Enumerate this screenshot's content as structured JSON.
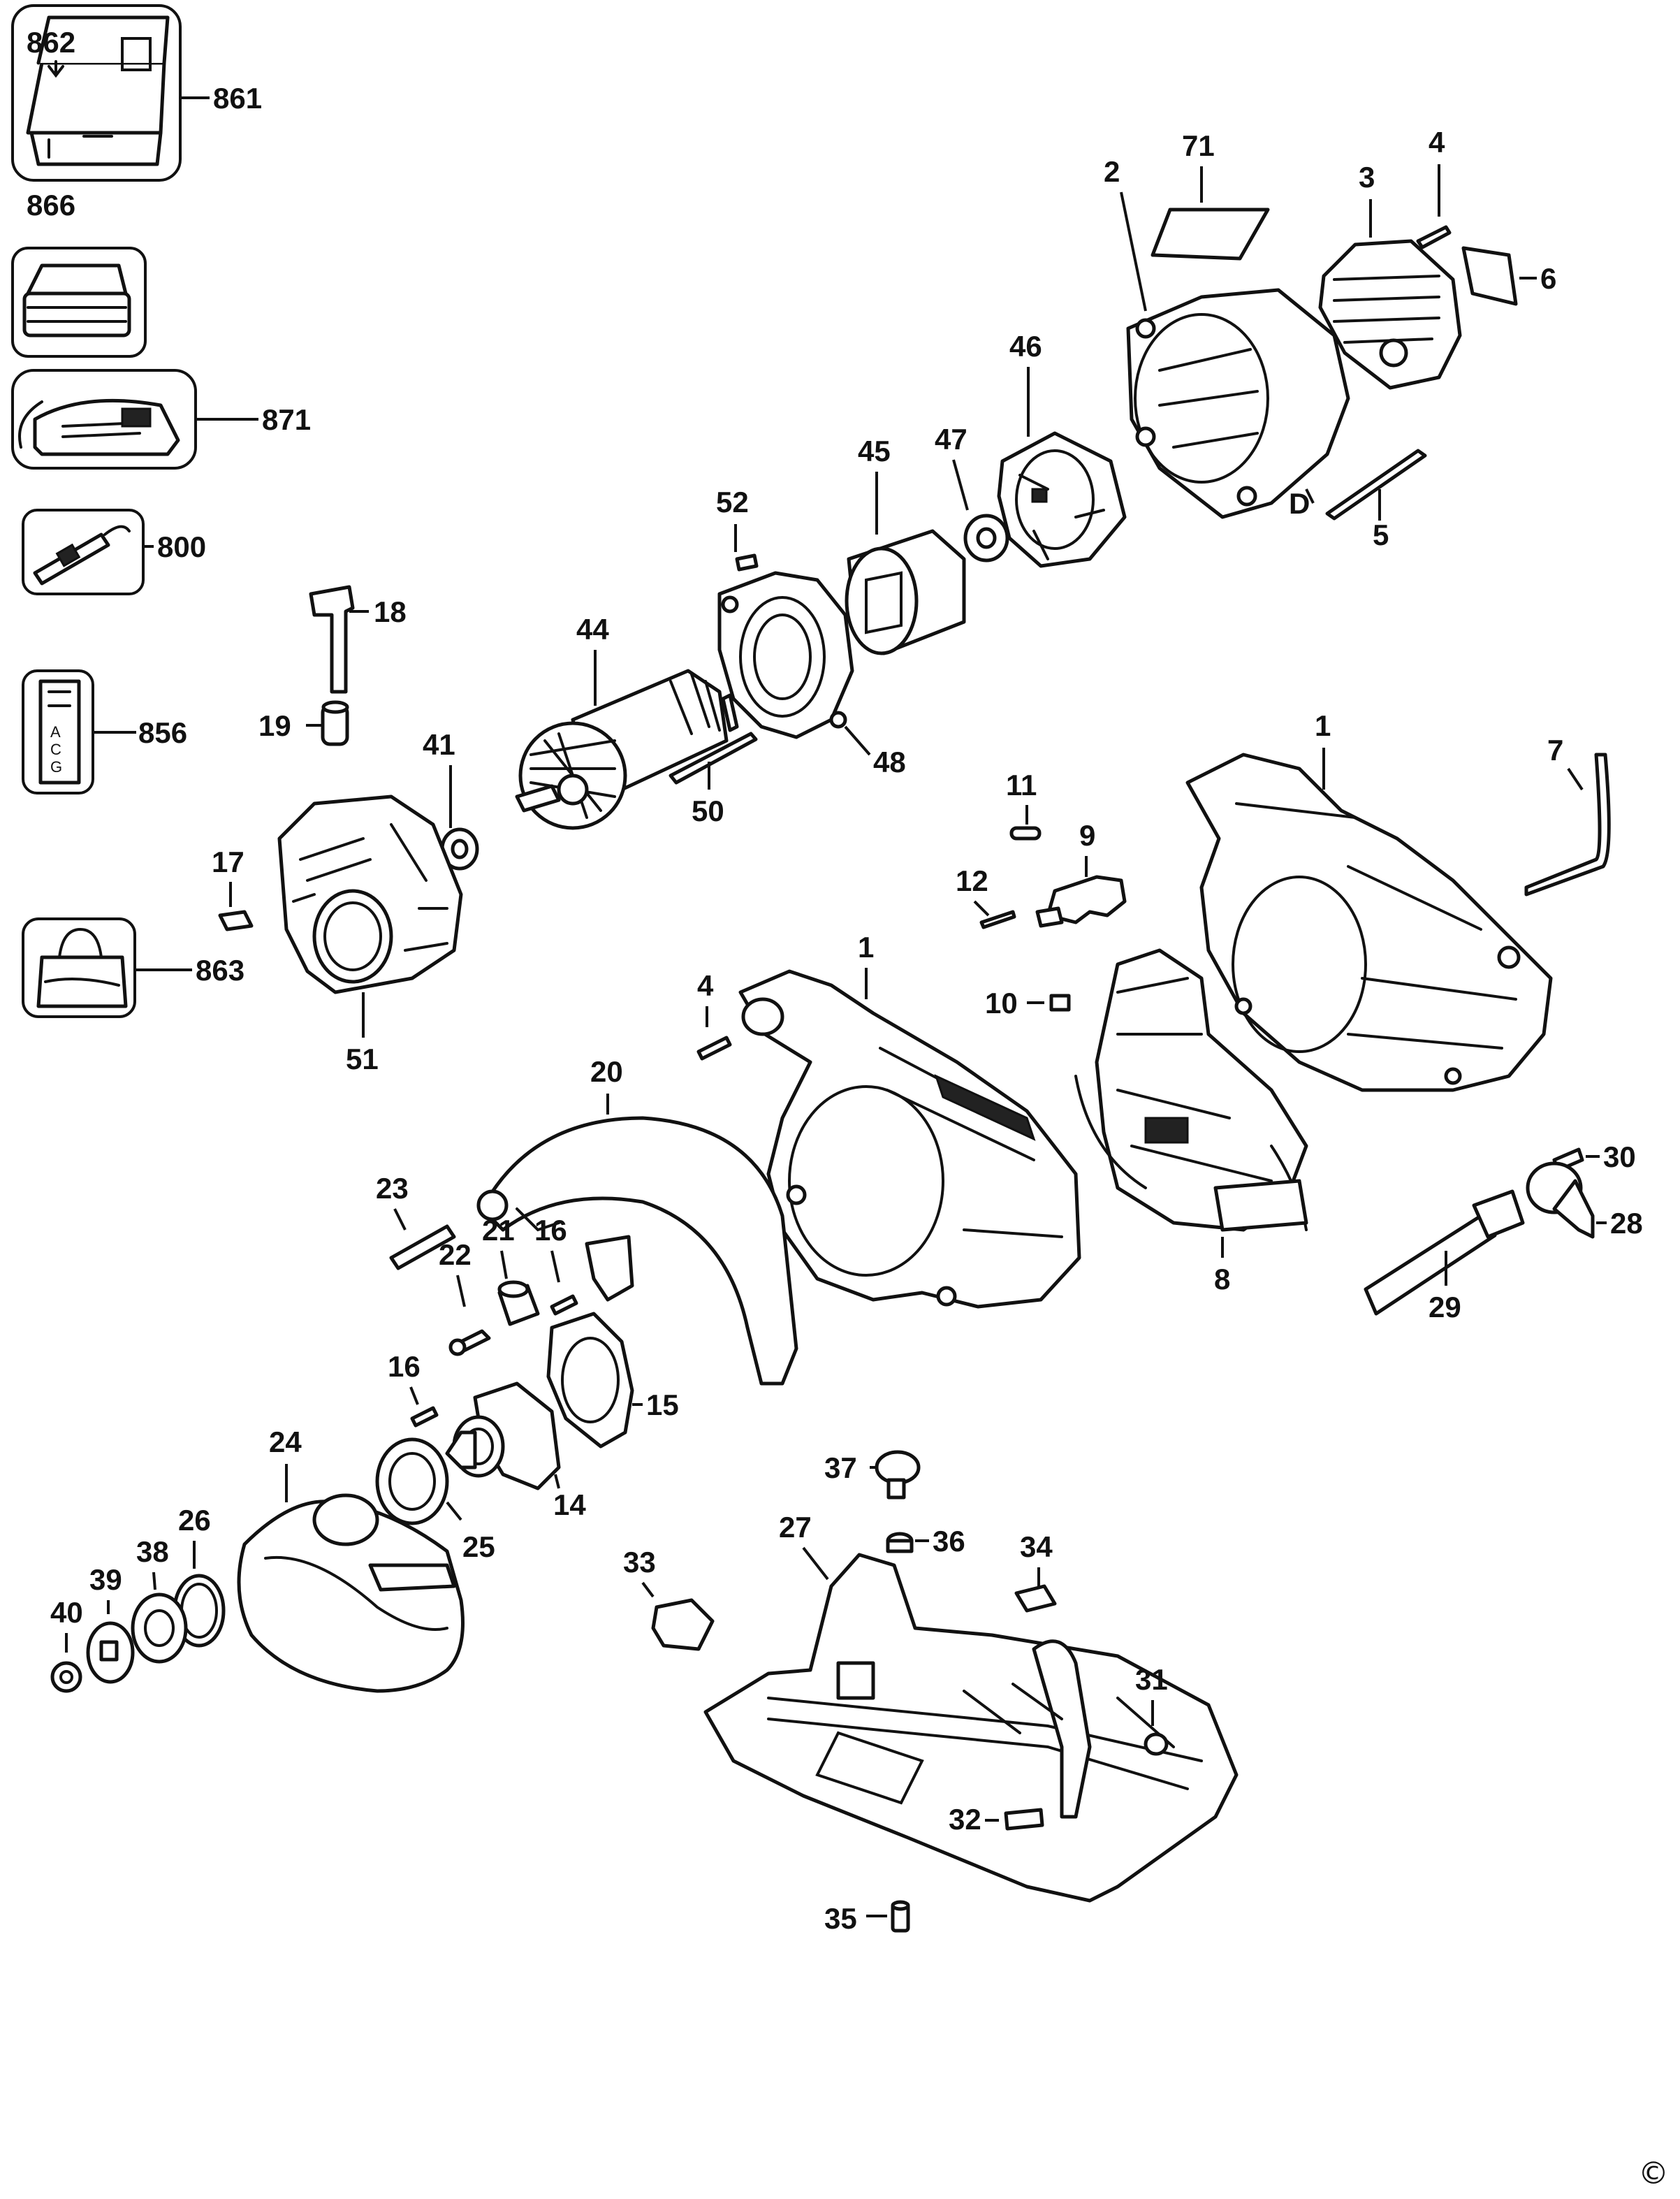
{
  "labels": {
    "862": "862",
    "861": "861",
    "866": "866",
    "871": "871",
    "800": "800",
    "856": "856",
    "863": "863",
    "18": "18",
    "19": "19",
    "17": "17",
    "41": "41",
    "51": "51",
    "44": "44",
    "50": "50",
    "52": "52",
    "48": "48",
    "45": "45",
    "47": "47",
    "46": "46",
    "2": "2",
    "71": "71",
    "3": "3",
    "4": "4",
    "6": "6",
    "d": "D",
    "5": "5",
    "1a": "1",
    "7": "7",
    "11": "11",
    "9": "9",
    "12": "12",
    "10": "10",
    "1b": "1",
    "4b": "4",
    "30": "30",
    "28": "28",
    "29": "29",
    "8": "8",
    "20": "20",
    "23": "23",
    "21": "21",
    "16a": "16",
    "22": "22",
    "16b": "16",
    "15": "15",
    "14": "14",
    "24": "24",
    "25": "25",
    "26": "26",
    "38": "38",
    "39": "39",
    "40": "40",
    "37": "37",
    "36": "36",
    "34": "34",
    "33": "33",
    "27": "27",
    "31": "31",
    "32": "32",
    "35": "35"
  },
  "copyright": "©"
}
